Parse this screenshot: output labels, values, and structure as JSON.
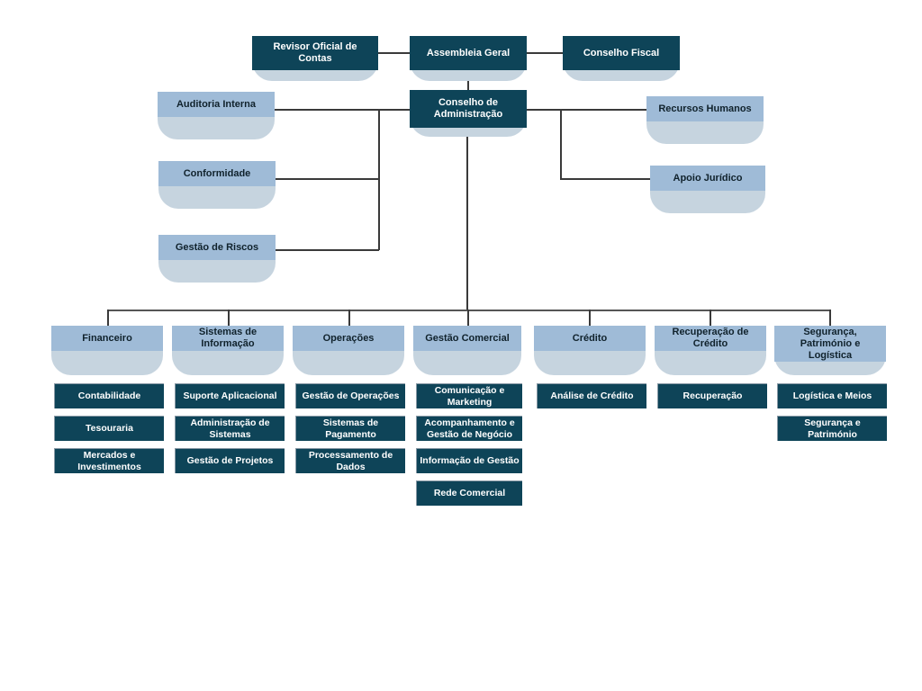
{
  "colors": {
    "navy": "#0e4458",
    "cap_blue": "#9fbbd7",
    "body_blue": "#c6d4df",
    "line": "#3a3a3a",
    "background": "#ffffff"
  },
  "governance": {
    "revisor": "Revisor Oficial de Contas",
    "assembleia": "Assembleia Geral",
    "conselho_fiscal": "Conselho Fiscal",
    "conselho_administracao": "Conselho de Administração"
  },
  "staff_left": [
    {
      "label": "Auditoria Interna"
    },
    {
      "label": "Conformidade"
    },
    {
      "label": "Gestão de Riscos"
    }
  ],
  "staff_right": [
    {
      "label": "Recursos Humanos"
    },
    {
      "label": "Apoio Jurídico"
    }
  ],
  "departments": [
    {
      "label": "Financeiro",
      "children": [
        "Contabilidade",
        "Tesouraria",
        "Mercados e Investimentos"
      ]
    },
    {
      "label": "Sistemas de Informação",
      "children": [
        "Suporte Aplicacional",
        "Administração de Sistemas",
        "Gestão de Projetos"
      ]
    },
    {
      "label": "Operações",
      "children": [
        "Gestão de Operações",
        "Sistemas de Pagamento",
        "Processamento de Dados"
      ]
    },
    {
      "label": "Gestão Comercial",
      "children": [
        "Comunicação e Marketing",
        "Acompanhamento e Gestão de Negócio",
        "Informação de Gestão",
        "Rede Comercial"
      ]
    },
    {
      "label": "Crédito",
      "children": [
        "Análise de Crédito"
      ]
    },
    {
      "label": "Recuperação de Crédito",
      "children": [
        "Recuperação"
      ]
    },
    {
      "label": "Segurança, Património e Logística",
      "children": [
        "Logística e Meios",
        "Segurança e Património"
      ]
    }
  ]
}
